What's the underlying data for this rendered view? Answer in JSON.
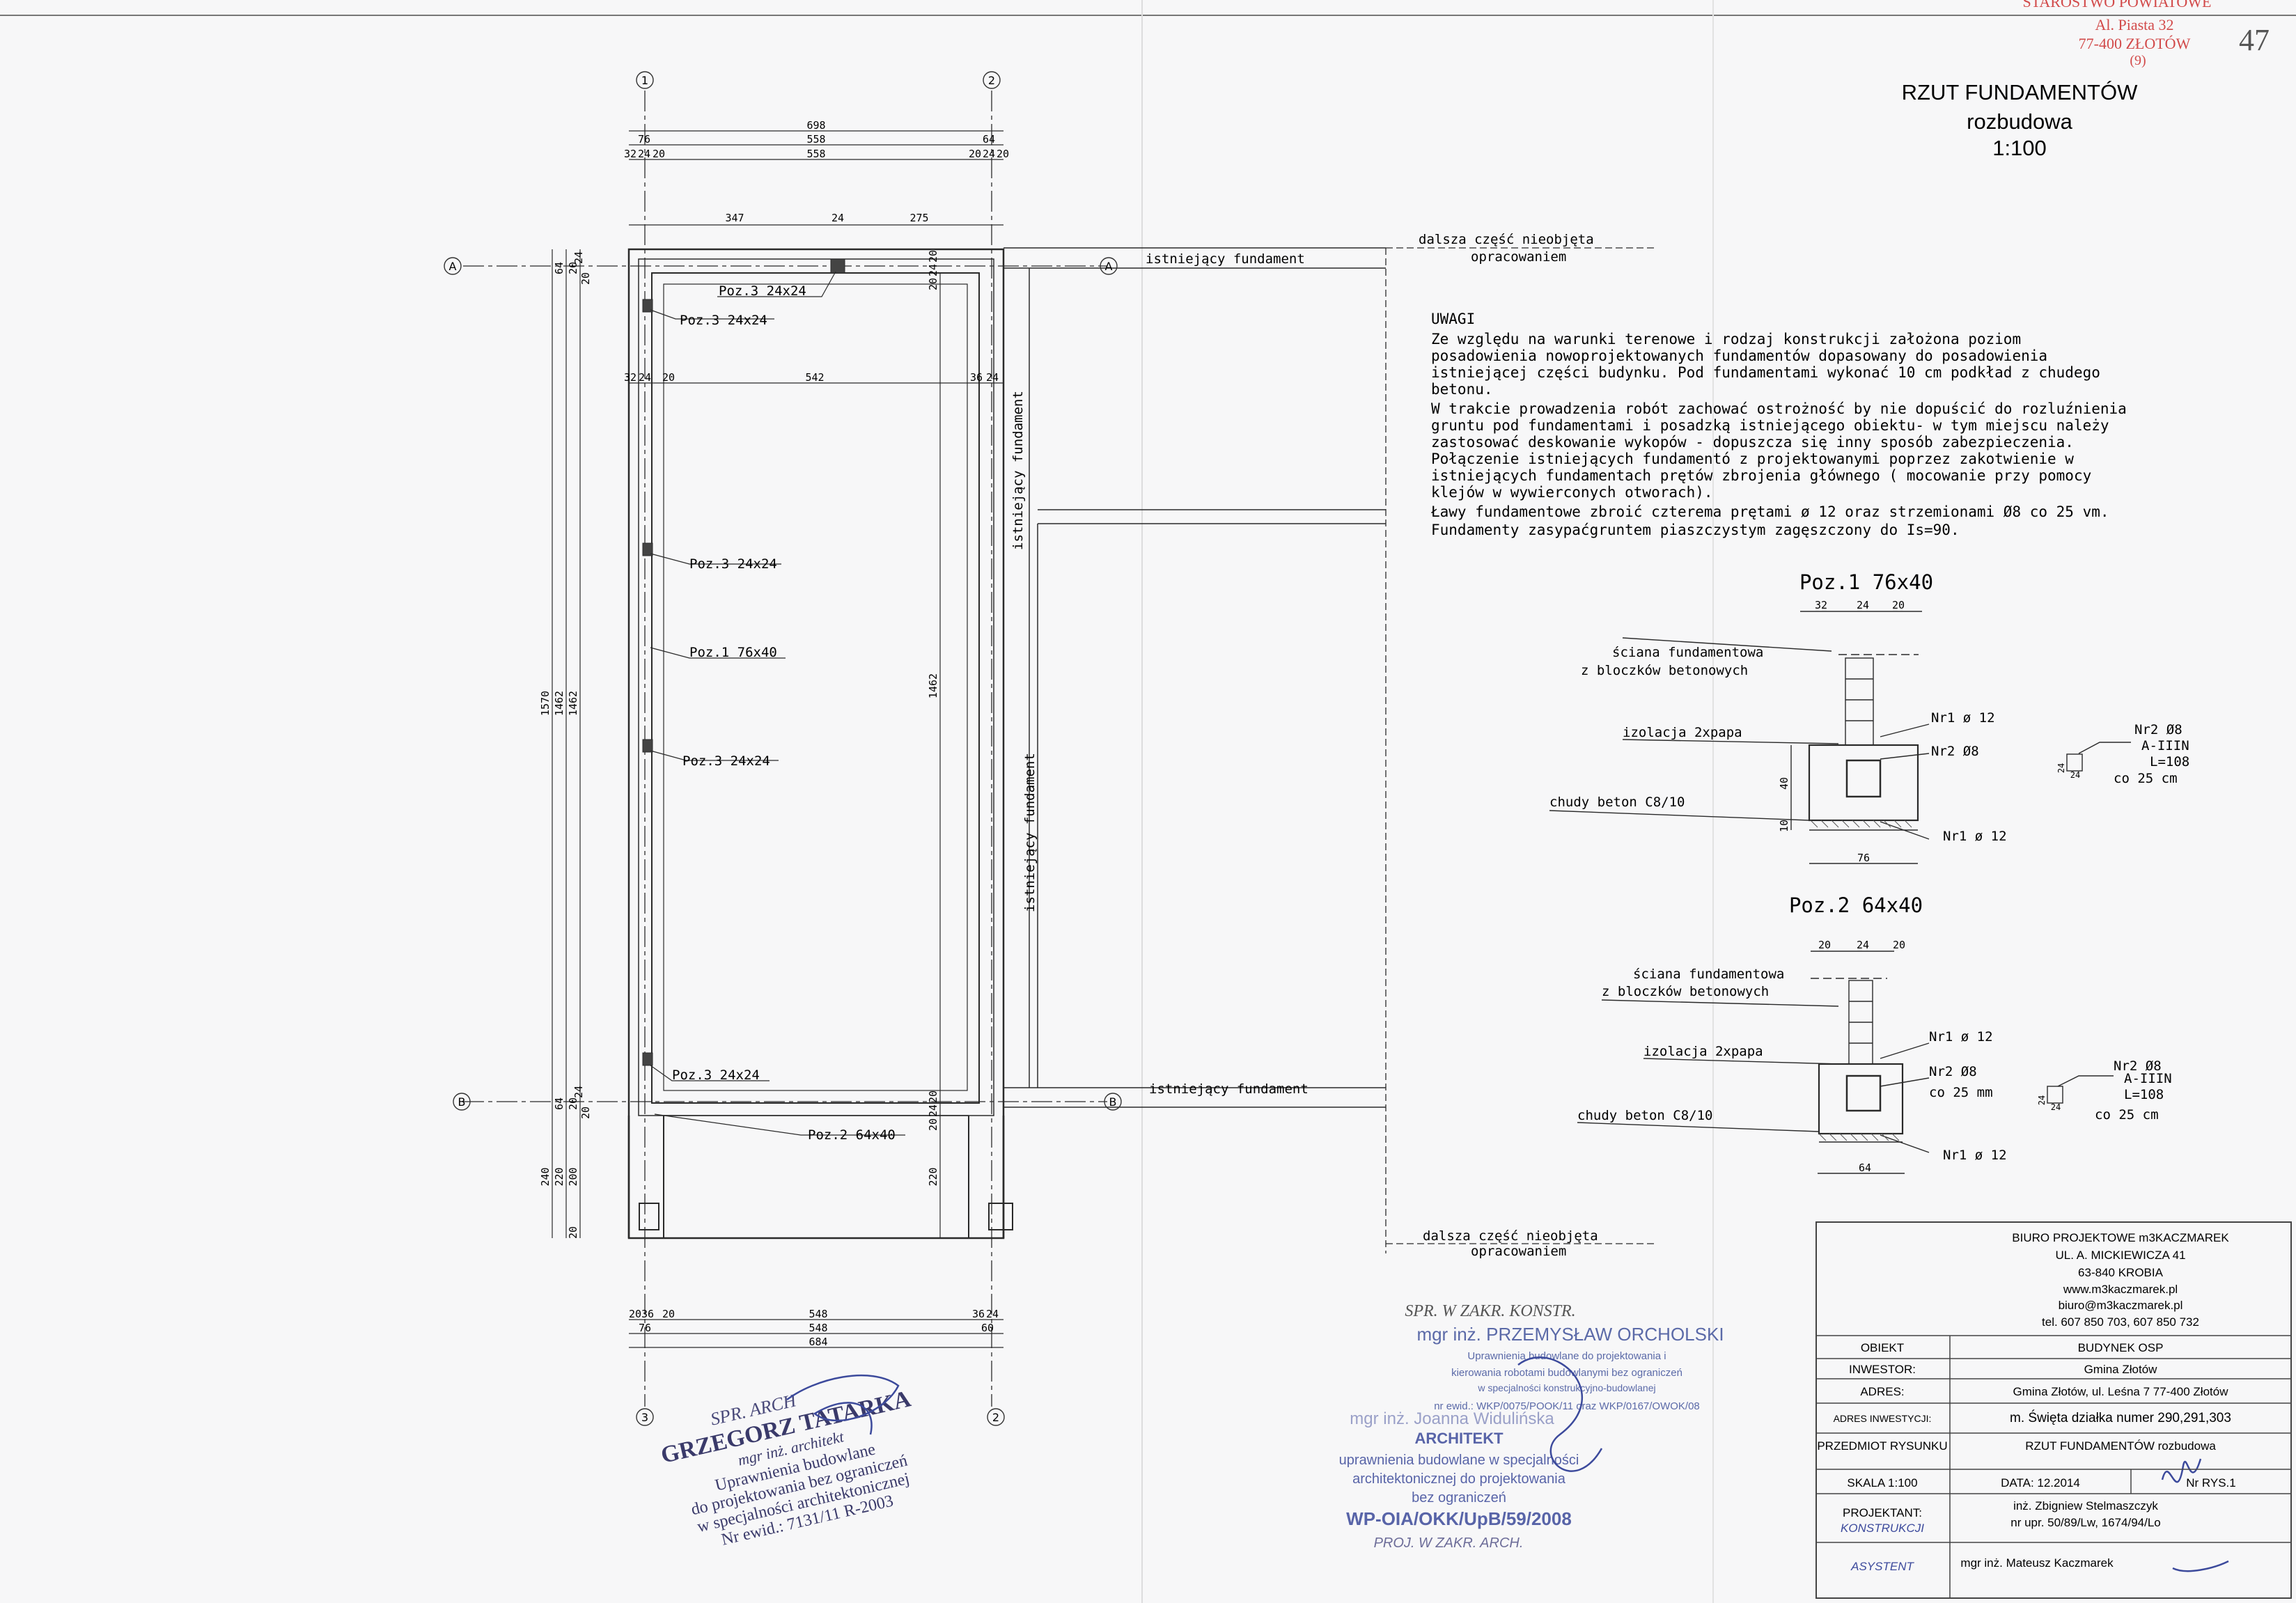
{
  "title_block": {
    "title": "RZUT FUNDAMENTÓW",
    "subtitle": "rozbudowa",
    "scale": "1:100",
    "sheet_no": "47"
  },
  "office_stamp_corner": {
    "line1": "STAROSTWO POWIATOWE",
    "line2": "Al. Piasta 32",
    "line3": "77-400 ZŁOTÓW",
    "line4": "(9)"
  },
  "notes": {
    "heading": "UWAGI",
    "lines": [
      "Ze względu na warunki terenowe i rodzaj konstrukcji założona poziom",
      "posadowienia nowoprojektowanych fundamentów dopasowany do posadowienia",
      "istniejącej części budynku. Pod fundamentami wykonać 10 cm podkład z chudego",
      "betonu.",
      "W trakcie prowadzenia robót zachować ostrożność by nie dopuścić do rozluźnienia",
      "gruntu pod fundamentami i posadzką istniejącego obiektu- w tym miejscu należy",
      "zastosować deskowanie wykopów - dopuszcza się inny sposób zabezpieczenia.",
      "Połączenie istniejących fundamentó z projektowanymi poprzez zakotwienie w",
      "istniejących fundamentach prętów zbrojenia głównego ( mocowanie przy pomocy",
      "klejów w wywierconych otworach).",
      "Ławy fundamentowe zbroić czterema prętami ø 12 oraz strzemionami Ø8 co 25 vm.",
      "Fundamenty zasypaćgruntem piaszczystym zagęszczony do Is=90."
    ]
  },
  "plan": {
    "axis_1": "1",
    "axis_2": "2",
    "axis_3": "3",
    "axis_A": "A",
    "axis_B": "B",
    "top_dims": [
      "698",
      "76",
      "558",
      "64",
      "32",
      "24",
      "20",
      "558",
      "20",
      "24",
      "20"
    ],
    "top_dims2": [
      "347",
      "24",
      "275"
    ],
    "mid_dims": [
      "32",
      "24",
      "20",
      "542",
      "36",
      "24"
    ],
    "bottom_dims": [
      "20",
      "36",
      "20",
      "548",
      "36",
      "24",
      "76",
      "548",
      "60",
      "684"
    ],
    "left_dims": [
      "1570",
      "1462",
      "1462",
      "64",
      "20",
      "24",
      "20",
      "64",
      "20",
      "24",
      "20",
      "240",
      "220",
      "200",
      "20"
    ],
    "inner_dims": [
      "1462",
      "20",
      "24",
      "20",
      "20",
      "24",
      "20",
      "220"
    ],
    "existing_foundation": "istniejący fundament",
    "not_included": "dalsza część nieobjęta",
    "not_included2": "opracowaniem",
    "poz3": "Poz.3  24x24",
    "poz1": "Poz.1  76x40",
    "poz2": "Poz.2  64x40"
  },
  "detail1": {
    "title": "Poz.1  76x40",
    "dims": [
      "32",
      "24",
      "20"
    ],
    "wall": "ściana fundamentowa",
    "wall2": "z bloczków betonowych",
    "insulation": "izolacja 2xpapa",
    "lean": "chudy beton C8/10",
    "bar1": "Nr1 ø 12",
    "bar2": "Nr2 Ø8",
    "bar1b": "Nr1 ø 12",
    "h40": "40",
    "h10": "10",
    "width": "76",
    "stirrup": [
      "Nr2 Ø8",
      "A-IIIN",
      "L=108",
      "co 25 cm"
    ],
    "stirrup_dims": [
      "24",
      "24"
    ]
  },
  "detail2": {
    "title": "Poz.2  64x40",
    "dims": [
      "20",
      "24",
      "20"
    ],
    "wall": "ściana fundamentowa",
    "wall2": "z bloczków betonowych",
    "insulation": "izolacja 2xpapa",
    "lean": "chudy beton C8/10",
    "bar1": "Nr1 ø 12",
    "bar2": "Nr2 Ø8",
    "bar2b": "co 25 mm",
    "bar1b": "Nr1 ø 12",
    "width": "64",
    "stirrup": [
      "Nr2 Ø8",
      "A-IIIN",
      "L=108",
      "co 25 cm"
    ],
    "stirrup_dims": [
      "24",
      "24"
    ]
  },
  "stamp_right": {
    "company": "BIURO PROJEKTOWE m3KACZMAREK",
    "street": "UL. A. MICKIEWICZA 41",
    "city": "63-840 KROBIA",
    "www": "www.m3kaczmarek.pl",
    "email": "biuro@m3kaczmarek.pl",
    "tel": "tel. 607 850 703, 607 850 732"
  },
  "title_table": [
    {
      "k": "OBIEKT",
      "v": "BUDYNEK OSP"
    },
    {
      "k": "INWESTOR:",
      "v": "Gmina Złotów"
    },
    {
      "k": "ADRES:",
      "v": "Gmina Złotów, ul. Leśna 7 77-400 Złotów"
    },
    {
      "k": "ADRES INWESTYCJI:",
      "v": "m. Święta działka numer 290,291,303"
    },
    {
      "k": "PRZEDMIOT RYSUNKU",
      "v": "RZUT FUNDAMENTÓW  rozbudowa"
    }
  ],
  "scale_row": {
    "scale": "SKALA 1:100",
    "date": "DATA: 12.2014",
    "sheet": "Nr RYS.1"
  },
  "designer": {
    "label": "PROJEKTANT:",
    "label2": "KONSTRUKCJI",
    "name": "inż. Zbigniew Stelmaszczyk",
    "lic": "nr upr. 50/89/Lw, 1674/94/Lo"
  },
  "assistant": {
    "label": "ASYSTENT",
    "name": "mgr inż. Mateusz Kaczmarek"
  },
  "stamp_tatarka": {
    "role": "SPR. ARCH",
    "name": "GRZEGORZ TATARKA",
    "title": "mgr inż. architekt",
    "l1": "Uprawnienia budowlane",
    "l2": "do projektowania bez ograniczeń",
    "l3": "w specjalności architektonicznej",
    "l4": "Nr ewid.: 7131/11 R-2003"
  },
  "stamp_orcholski": {
    "role": "SPR. W ZAKR. KONSTR.",
    "name": "mgr inż. PRZEMYSŁAW ORCHOLSKI",
    "l1": "Uprawnienia budowlane do projektowania i",
    "l2": "kierowania robotami budowlanymi bez ograniczeń",
    "l3": "w specjalności konstrukcyjno-budowlanej",
    "l4": "nr ewid.: WKP/0075/POOK/11 oraz WKP/0167/OWOK/08"
  },
  "stamp_architekt": {
    "name": "mgr inż. Joanna Widulińska",
    "title": "ARCHITEKT",
    "l1": "uprawnienia budowlane w specjalności",
    "l2": "architektonicznej do projektowania",
    "l3": "bez ograniczeń",
    "l4": "WP-OIA/OKK/UpB/59/2008",
    "role": "PROJ. W ZAKR. ARCH."
  }
}
